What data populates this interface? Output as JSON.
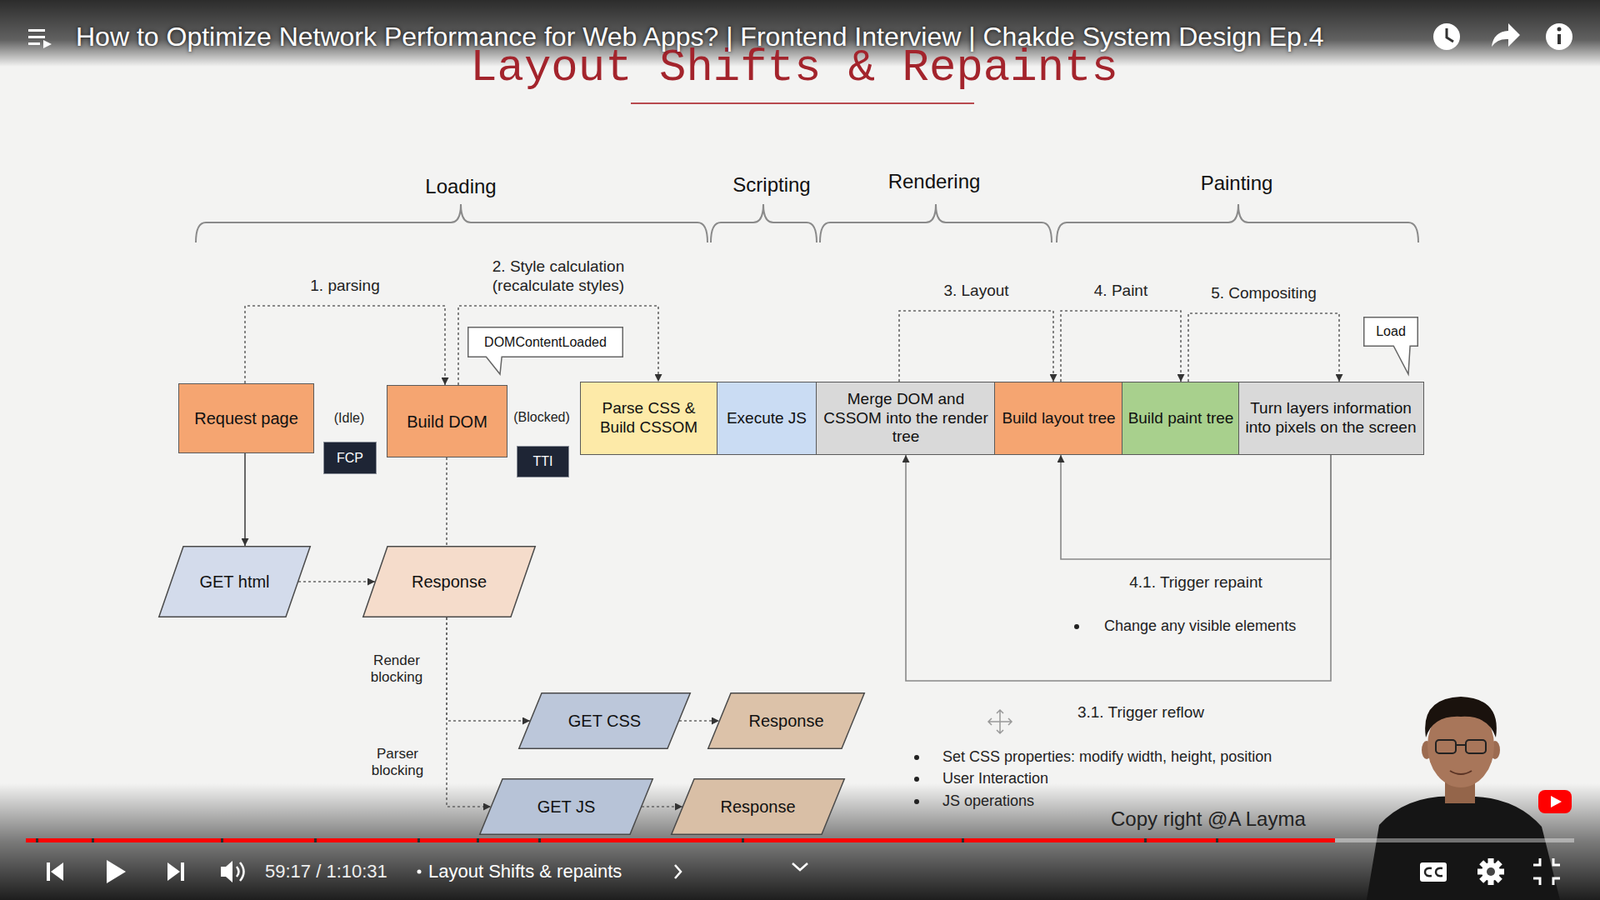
{
  "diagram": {
    "title": "Layout Shifts & Repaints",
    "nodes": [
      {
        "text": [
          "Request page"
        ]
      },
      {
        "text": [
          "FCP"
        ]
      },
      {
        "text": [
          "Build DOM"
        ]
      },
      {
        "text": [
          "TTI"
        ]
      },
      {
        "text": [
          "DOMContentLoaded"
        ]
      },
      {
        "text": [
          "Parse CSS & Build CSSOM"
        ]
      },
      {
        "text": [
          "Execute JS"
        ]
      },
      {
        "text": [
          "Merge DOM and CSSOM into the render tree"
        ]
      },
      {
        "text": [
          "Build layout tree"
        ]
      },
      {
        "text": [
          "Build paint tree"
        ]
      },
      {
        "text": [
          "Load"
        ]
      },
      {
        "text": [
          "Turn layers information into pixels on the screen"
        ]
      },
      {
        "text": [
          "GET html"
        ]
      },
      {
        "text": [
          "Response"
        ]
      },
      {
        "text": [
          "GET CSS"
        ]
      },
      {
        "text": [
          "Response"
        ]
      },
      {
        "text": [
          "GET JS"
        ]
      },
      {
        "text": [
          "Response"
        ]
      }
    ],
    "edges": [
      {
        "from": 0,
        "to": 2,
        "label": "1. parsing",
        "arrow": "to"
      },
      {
        "from": 2,
        "to": 5,
        "label": "2. Style calculation (recalculate styles)",
        "arrow": "to"
      },
      {
        "from": 7,
        "to": 8,
        "label": "3. Layout",
        "arrow": "to"
      },
      {
        "from": 8,
        "to": 9,
        "label": "4. Paint",
        "arrow": "to"
      },
      {
        "from": 9,
        "to": 11,
        "label": "5. Compositing",
        "arrow": "to"
      },
      {
        "from": 0,
        "to": 12,
        "arrow": "to"
      },
      {
        "from": 12,
        "to": 13,
        "arrow": "to"
      },
      {
        "from": 2,
        "to": 13,
        "arrow": "none"
      },
      {
        "from": 13,
        "to": 14,
        "label": "Render blocking",
        "arrow": "to"
      },
      {
        "from": 13,
        "to": 16,
        "label": "Parser blocking",
        "arrow": "to"
      },
      {
        "from": 14,
        "to": 15,
        "arrow": "to"
      },
      {
        "from": 16,
        "to": 17,
        "arrow": "to"
      },
      {
        "from": 11,
        "to": 8,
        "arrow": "to"
      },
      {
        "from": 11,
        "to": 7,
        "arrow": "to"
      }
    ],
    "labels": [
      "How to Optimize Network Performance for Web Apps? | Frontend Interview | Chakde System Design Ep.4",
      "Loading",
      "Scripting",
      "Rendering",
      "Painting",
      "(Idle)",
      "(Blocked)",
      "4.1. Trigger repaint",
      "Change any visible elements",
      "3.1. Trigger reflow",
      "Set CSS properties: modify width, height, position",
      "User Interaction",
      "JS operations",
      "Copy right @A Layma",
      "59:17 / 1:10:31",
      "Layout Shifts & repaints"
    ]
  }
}
